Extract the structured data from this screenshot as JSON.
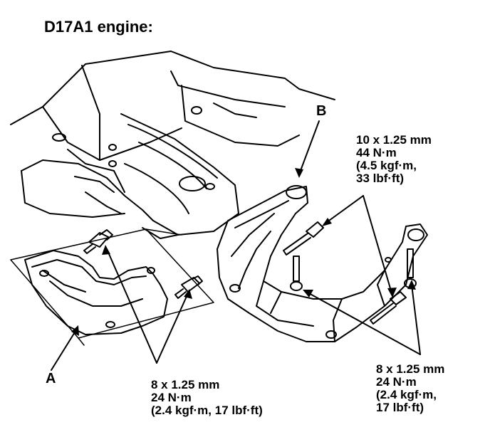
{
  "title": "D17A1 engine:",
  "labels": {
    "part_a": "A",
    "part_b": "B"
  },
  "specs": {
    "top_right": {
      "size": "10 x 1.25 mm",
      "torque_nm": "44 N·m",
      "torque_kgf": "(4.5 kgf·m,",
      "torque_lbf": "33 lbf·ft)"
    },
    "bottom_center": {
      "size": "8 x 1.25 mm",
      "torque_nm": "24 N·m",
      "torque_alt": "(2.4 kgf·m, 17 lbf·ft)"
    },
    "bottom_right": {
      "size": "8 x 1.25 mm",
      "torque_nm": "24 N·m",
      "torque_kgf": "(2.4 kgf·m,",
      "torque_lbf": "17 lbf·ft)"
    }
  }
}
